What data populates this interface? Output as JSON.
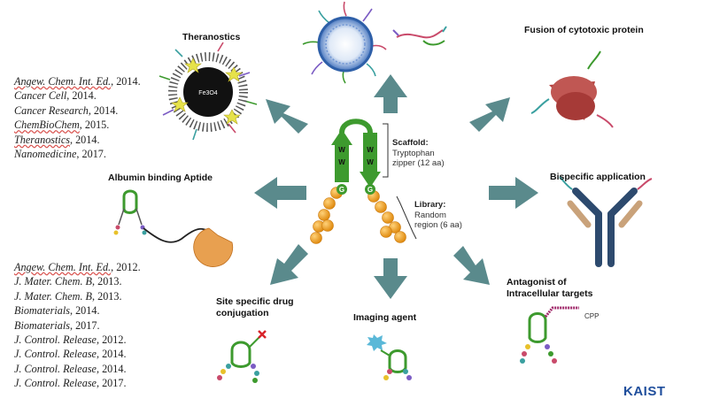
{
  "labels": {
    "theranostics": "Theranostics",
    "fusion": "Fusion of cytotoxic protein",
    "albumin": "Albumin binding Aptide",
    "bispecific": "Bispecific application",
    "site_specific": "Site specific drug conjugation",
    "imaging": "Imaging agent",
    "antagonist": "Antagonist of Intracellular targets"
  },
  "center": {
    "scaffold_title": "Scaffold:",
    "scaffold_text": "Tryptophan zipper (12 aa)",
    "library_title": "Library:",
    "library_text": "Random region (6 aa)",
    "residue_w": "W",
    "residue_g": "G",
    "nanoparticle_core": "Fe3O4",
    "cpp": "CPP"
  },
  "refs_top": [
    {
      "journal": "Angew. Chem. Int. Ed.",
      "year": ", 2014."
    },
    {
      "journal": "Cancer Cell",
      "year": ", 2014."
    },
    {
      "journal": "Cancer Research",
      "year": ", 2014."
    },
    {
      "journal": "ChemBioChem",
      "year": ", 2015."
    },
    {
      "journal": "Theranostics",
      "year": ", 2014."
    },
    {
      "journal": "Nanomedicine",
      "year": ", 2017."
    }
  ],
  "refs_bottom": [
    {
      "journal": "Angew. Chem. Int. Ed.",
      "year": ", 2012."
    },
    {
      "journal": "J. Mater. Chem. B",
      "year": ", 2013."
    },
    {
      "journal": "J. Mater. Chem. B",
      "year": ", 2013."
    },
    {
      "journal": "Biomaterials",
      "year": ", 2014."
    },
    {
      "journal": "Biomaterials",
      "year": ", 2017."
    },
    {
      "journal": "J. Control. Release",
      "year": ", 2012."
    },
    {
      "journal": "J. Control. Release",
      "year": ", 2014."
    },
    {
      "journal": "J. Control. Release",
      "year": ", 2014."
    },
    {
      "journal": "J. Control. Release",
      "year": ", 2017."
    }
  ],
  "logo": "KAIST",
  "colors": {
    "arrow": "#5a8a8c",
    "green": "#3d9a2e",
    "orange": "#f0a52a",
    "protein": "#b5423f",
    "antibody": "#2d4a6e",
    "logo": "#1f4e9c"
  }
}
